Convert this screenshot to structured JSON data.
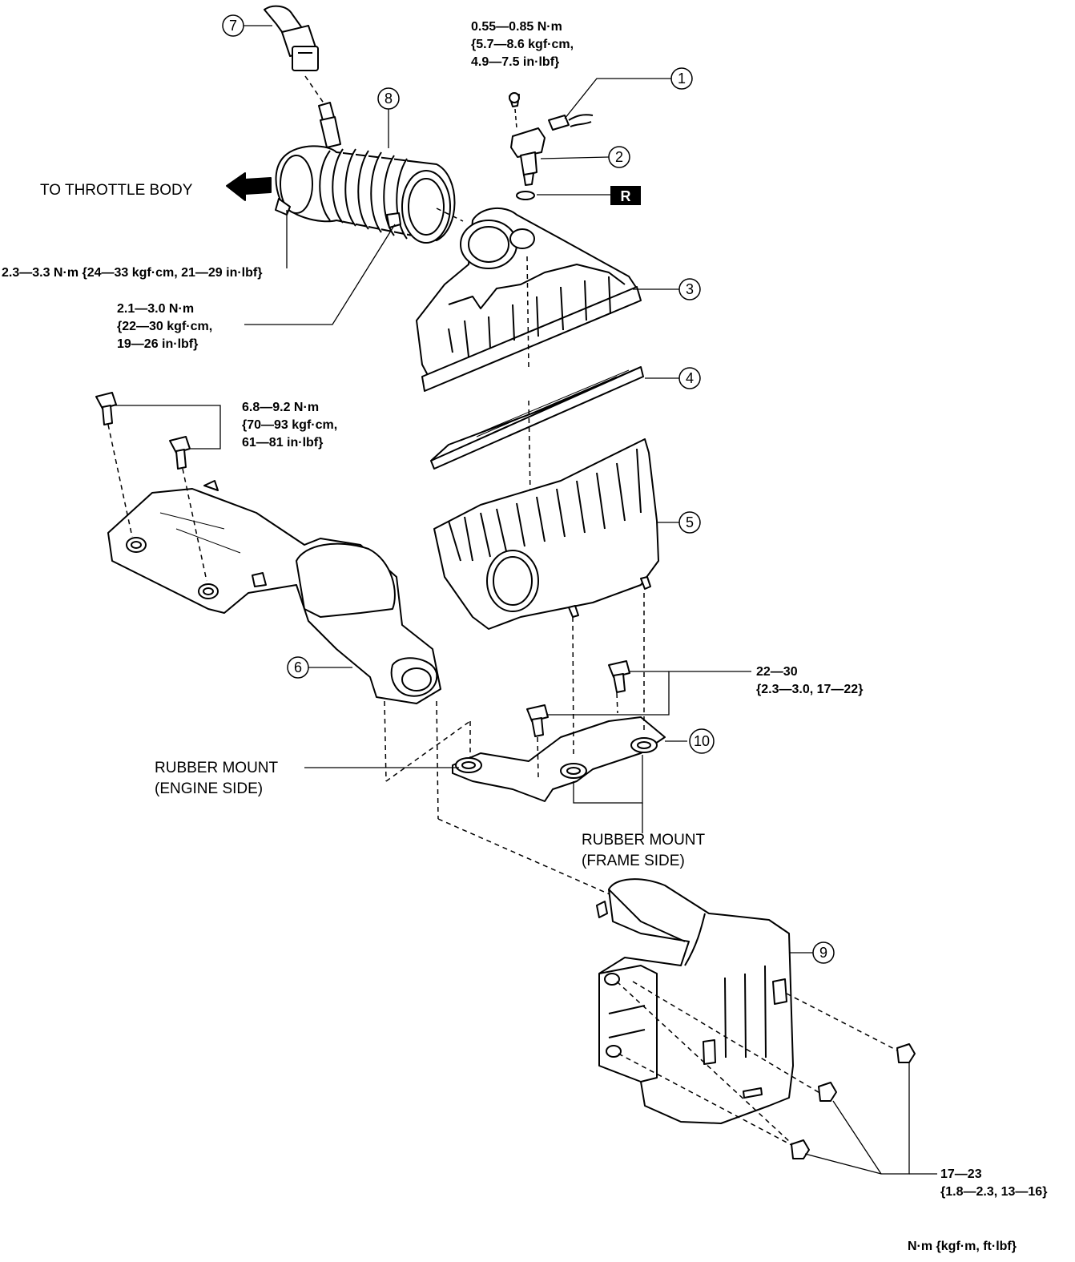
{
  "callouts": {
    "c1": "1",
    "c2": "2",
    "c3": "3",
    "c4": "4",
    "c5": "5",
    "c6": "6",
    "c7": "7",
    "c8": "8",
    "c9": "9",
    "c10": "10"
  },
  "labels": {
    "throttle_body": "TO THROTTLE BODY",
    "rubber_mount_engine_l1": "RUBBER MOUNT",
    "rubber_mount_engine_l2": "(ENGINE SIDE)",
    "rubber_mount_frame_l1": "RUBBER MOUNT",
    "rubber_mount_frame_l2": "(FRAME SIDE)",
    "replace_badge": "R"
  },
  "torques": {
    "maf_screw": [
      "0.55—0.85 N·m",
      "{5.7—8.6 kgf·cm,",
      "4.9—7.5 in·lbf}"
    ],
    "clamp_throttle": [
      "2.3—3.3 N·m {24—33 kgf·cm, 21—29 in·lbf}"
    ],
    "clamp_cleaner": [
      "2.1—3.0 N·m",
      "{22—30 kgf·cm,",
      "19—26 in·lbf}"
    ],
    "resonator_bolts": [
      "6.8—9.2 N·m",
      "{70—93 kgf·cm,",
      "61—81 in·lbf}"
    ],
    "bracket_bolts": [
      "22—30",
      "{2.3—3.0, 17—22}"
    ],
    "resonator_nuts": [
      "17—23",
      "{1.8—2.3, 13—16}"
    ]
  },
  "units_note": "N·m {kgf·m, ft·lbf}",
  "colors": {
    "ink": "#000000",
    "paper": "#ffffff"
  }
}
